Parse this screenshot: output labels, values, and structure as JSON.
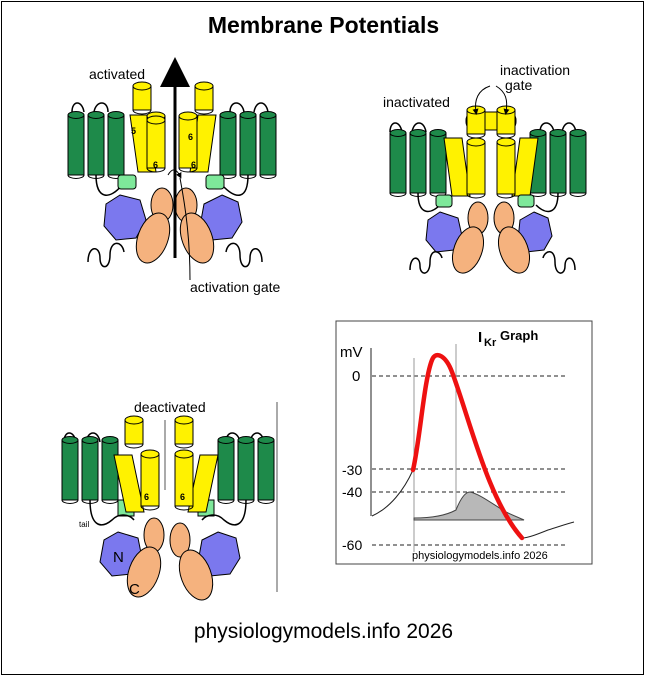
{
  "page": {
    "title": "Membrane Potentials",
    "footer": "physiologymodels.info 2026"
  },
  "panels": {
    "activated": {
      "state_label": "activated",
      "gate_label": "activation gate",
      "helix_labels": [
        "5",
        "6",
        "6",
        "6"
      ]
    },
    "inactivated": {
      "state_label": "inactivated",
      "gate_label_line1": "inactivation",
      "gate_label_line2": "gate"
    },
    "deactivated": {
      "state_label": "deactivated",
      "tail_label": "tail",
      "n_label": "N",
      "c_label": "C",
      "helix_labels": [
        "6",
        "6"
      ]
    }
  },
  "graph": {
    "title_main": "I",
    "title_sub": "Kr",
    "title_rest": " Graph",
    "unit_label": "mV",
    "y_ticks": [
      "0",
      "-30",
      "-40",
      "-60"
    ],
    "watermark": "physiologymodels.info 2026"
  },
  "colors": {
    "membrane_helix": "#1e8a4a",
    "pore_helix": "#fff200",
    "gate_green": "#7ee89a",
    "n_domain": "#7b78ee",
    "c_domain": "#f5b27e",
    "current_red": "#ee1111",
    "current_fill": "#b8b8b8"
  }
}
